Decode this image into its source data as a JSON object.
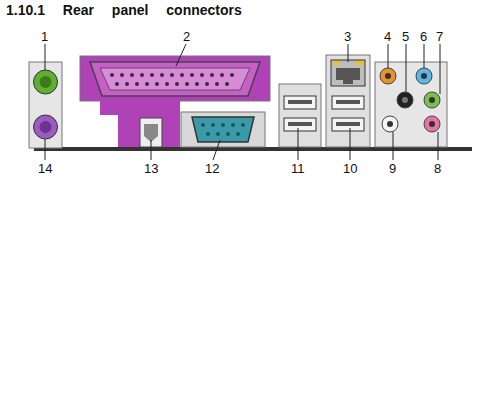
{
  "diagram": {
    "title": "1.10.1 Rear panel connectors",
    "labels": [
      "1",
      "2",
      "3",
      "4",
      "5",
      "6",
      "7",
      "14",
      "13",
      "12",
      "11",
      "10",
      "9",
      "8"
    ]
  }
}
